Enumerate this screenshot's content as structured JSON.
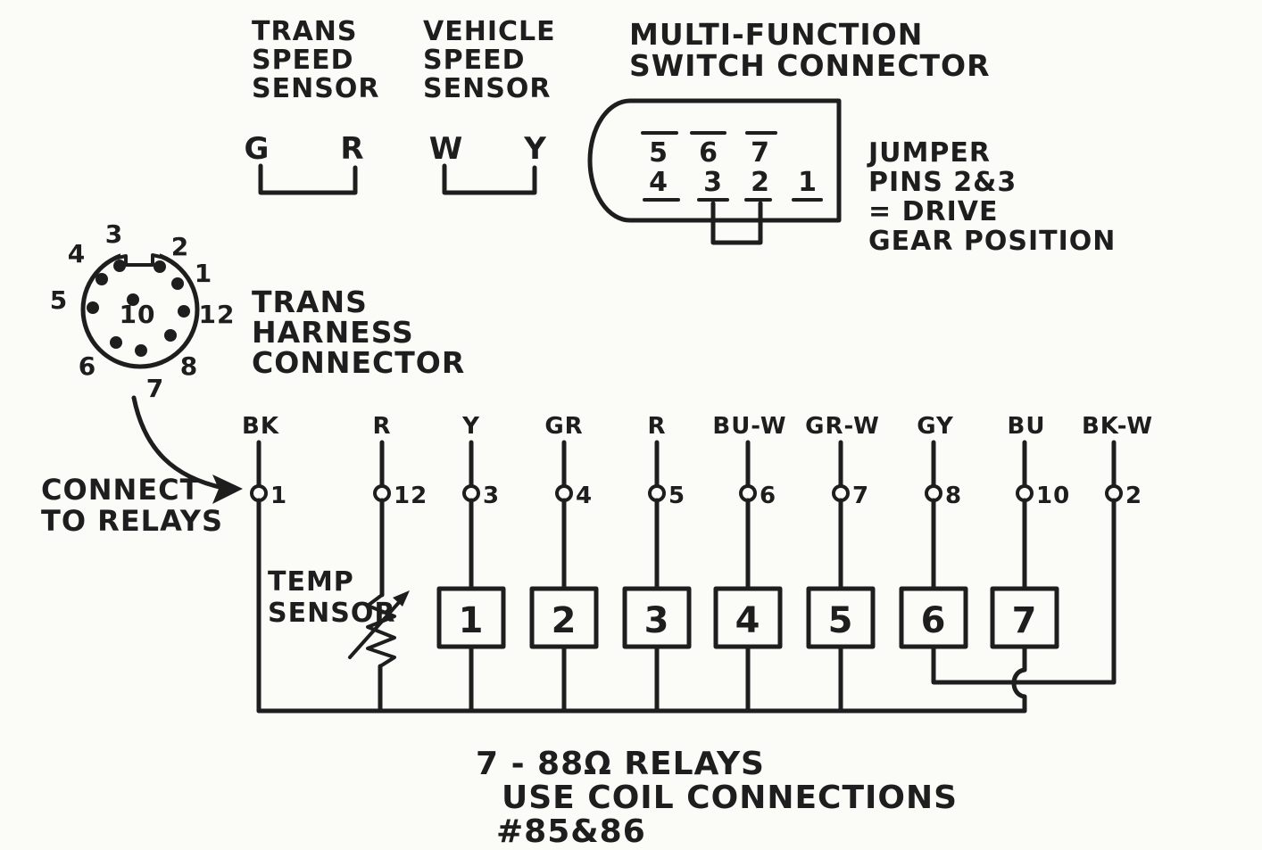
{
  "colors": {
    "paper": "#fbfbf8",
    "ink": "#1e1e1e"
  },
  "trans_speed_sensor": {
    "label_lines": [
      "TRANS",
      "SPEED",
      "SENSOR"
    ],
    "wire_left": "G",
    "wire_right": "R"
  },
  "vehicle_speed_sensor": {
    "label_lines": [
      "VEHICLE",
      "SPEED",
      "SENSOR"
    ],
    "wire_left": "W",
    "wire_right": "Y"
  },
  "multi_function_switch": {
    "label_lines": [
      "MULTI-FUNCTION",
      "SWITCH CONNECTOR"
    ],
    "top_pins": [
      "5",
      "6",
      "7"
    ],
    "bottom_pins": [
      "4",
      "3",
      "2",
      "1"
    ],
    "jumper_note_lines": [
      "JUMPER",
      "PINS 2&3",
      "= DRIVE",
      "GEAR POSITION"
    ]
  },
  "trans_harness_connector": {
    "label_lines": [
      "TRANS",
      "HARNESS",
      "CONNECTOR"
    ],
    "ring_pin_labels": [
      "4",
      "3",
      "2",
      "1",
      "12",
      "8",
      "7",
      "6",
      "5"
    ],
    "center_pin_label": "10"
  },
  "connect_to_relays_lines": [
    "CONNECT",
    "TO RELAYS"
  ],
  "temp_sensor_lines": [
    "TEMP",
    "SENSOR"
  ],
  "wires": [
    {
      "color": "BK",
      "pin": "1"
    },
    {
      "color": "R",
      "pin": "12"
    },
    {
      "color": "Y",
      "pin": "3"
    },
    {
      "color": "GR",
      "pin": "4"
    },
    {
      "color": "R",
      "pin": "5"
    },
    {
      "color": "BU-W",
      "pin": "6"
    },
    {
      "color": "GR-W",
      "pin": "7"
    },
    {
      "color": "GY",
      "pin": "8"
    },
    {
      "color": "BU",
      "pin": "10"
    },
    {
      "color": "BK-W",
      "pin": "2"
    }
  ],
  "relays": {
    "labels": [
      "1",
      "2",
      "3",
      "4",
      "5",
      "6",
      "7"
    ]
  },
  "footer_lines": [
    "7 - 88Ω RELAYS",
    "USE COIL CONNECTIONS",
    "#85&86"
  ]
}
